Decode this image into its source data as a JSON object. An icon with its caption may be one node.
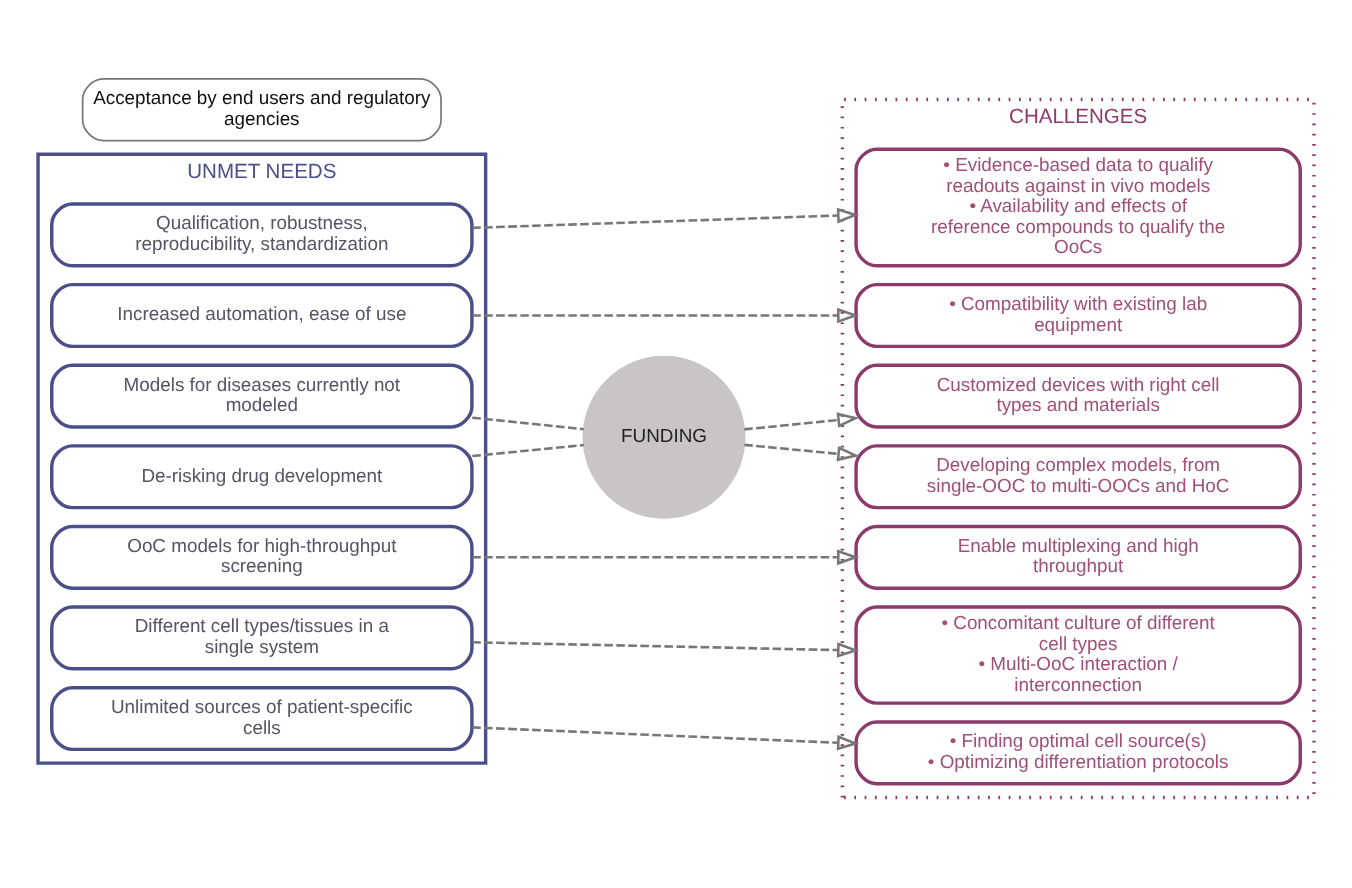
{
  "diagram": {
    "nodes": [
      {
        "text": [
          "UNMET NEEDS"
        ]
      },
      {
        "text": [
          "Unlimited sources of patient-specific cells"
        ],
        "in": 0
      },
      {
        "text": [
          "Different cell types/tissues in a single system"
        ],
        "in": 0
      },
      {
        "text": [
          "OoC models for high-throughput screening"
        ],
        "in": 0
      },
      {
        "text": [
          "De-risking drug development"
        ],
        "in": 0
      },
      {
        "text": [
          "Models for diseases currently not modeled"
        ],
        "in": 0
      },
      {
        "text": [
          "Increased automation, ease of use"
        ],
        "in": 0
      },
      {
        "text": [
          "Qualification, robustness, reproducibility, standardization"
        ],
        "in": 0
      },
      {
        "text": [
          "CHALLENGES"
        ]
      },
      {
        "text": [
          "• Finding optimal cell source(s)",
          "• Optimizing differentiation protocols"
        ],
        "in": 8
      },
      {
        "text": [
          "• Concomitant culture of different cell types",
          "• Multi-OoC interaction / interconnection"
        ],
        "in": 8
      },
      {
        "text": [
          "Enable multiplexing and high throughput"
        ],
        "in": 8
      },
      {
        "text": [
          "Customized devices with right cell types and materials"
        ],
        "in": 8
      },
      {
        "text": [
          "Developing complex models, from single-OOC to multi-OOCs and HoC"
        ],
        "in": 8
      },
      {
        "text": [
          "• Compatibility with existing lab equipment"
        ],
        "in": 8
      },
      {
        "text": [
          "• Evidence-based data to qualify readouts against in vivo models",
          "• Availability and effects of reference compounds to qualify the OoCs"
        ],
        "in": 8
      },
      {
        "text": [
          "FUNDING"
        ]
      },
      {
        "text": [
          "Acceptance by end users and regulatory agencies"
        ]
      }
    ],
    "edges": [
      {
        "from": 1,
        "to": 9,
        "arrow": "to",
        "style": "dashed"
      },
      {
        "from": 2,
        "to": 10,
        "arrow": "to",
        "style": "dashed"
      },
      {
        "from": 3,
        "to": 11,
        "arrow": "to",
        "style": "dashed"
      },
      {
        "from": 4,
        "to": 16,
        "arrow": "none",
        "style": "dashed"
      },
      {
        "from": 16,
        "to": 12,
        "arrow": "to",
        "style": "dashed"
      },
      {
        "from": 5,
        "to": 16,
        "arrow": "none",
        "style": "dashed"
      },
      {
        "from": 16,
        "to": 13,
        "arrow": "to",
        "style": "dashed"
      },
      {
        "from": 6,
        "to": 14,
        "arrow": "to",
        "style": "dashed"
      },
      {
        "from": 7,
        "to": 15,
        "arrow": "to",
        "style": "dashed"
      }
    ]
  }
}
